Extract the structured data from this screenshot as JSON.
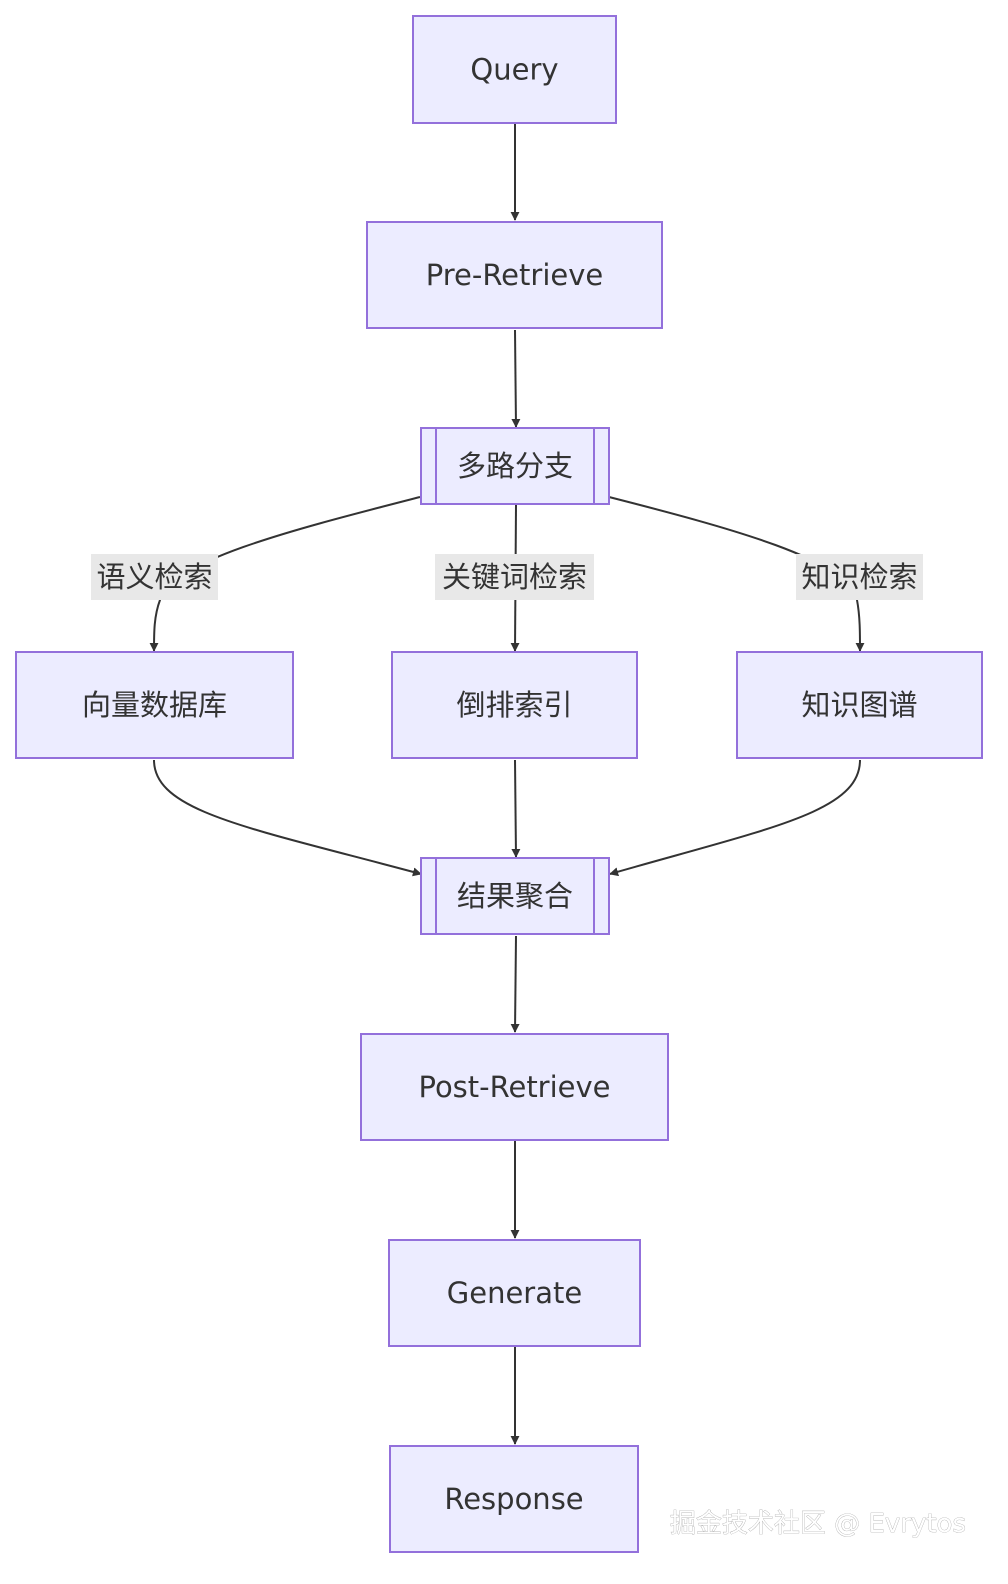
{
  "nodes": {
    "query": "Query",
    "pre_retrieve": "Pre-Retrieve",
    "branch": "多路分支",
    "vector_db": "向量数据库",
    "inverted_index": "倒排索引",
    "knowledge_graph": "知识图谱",
    "aggregate": "结果聚合",
    "post_retrieve": "Post-Retrieve",
    "generate": "Generate",
    "response": "Response"
  },
  "edge_labels": {
    "semantic": "语义检索",
    "keyword": "关键词检索",
    "knowledge": "知识检索"
  },
  "watermark": "掘金技术社区 @ Evrytos",
  "colors": {
    "node_fill": "#ececff",
    "node_stroke": "#9370db",
    "edge": "#333333",
    "label_bg": "#e8e8e8"
  }
}
